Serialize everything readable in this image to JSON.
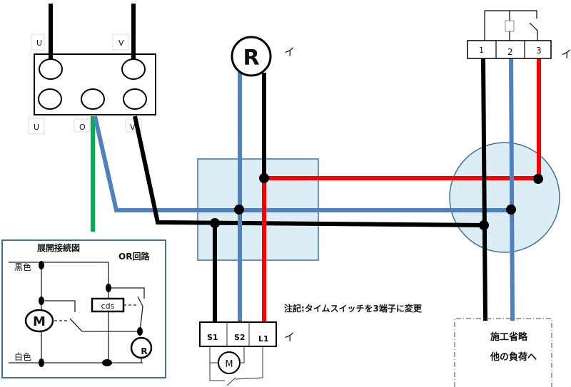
{
  "colors": {
    "black_wire": "#000000",
    "blue_wire": "#4f81bd",
    "red_wire": "#ff0000",
    "green_wire": "#00b050",
    "box_fill": "#dbeef5",
    "box_stroke": "#41719c",
    "legend_border": "#41719c"
  },
  "source_block": {
    "top_labels": [
      "U",
      "V"
    ],
    "bottom_labels": [
      "U",
      "O",
      "V"
    ]
  },
  "lamp": {
    "symbol": "R",
    "mark": "イ"
  },
  "time_switch_top": {
    "terminals": [
      "1",
      "2",
      "3"
    ],
    "mark": "イ"
  },
  "time_switch_bottom": {
    "terminals": [
      "S1",
      "S2",
      "L1"
    ],
    "mark": "イ",
    "motor_symbol": "M"
  },
  "note": "注記:タイムスイッチを3端子に変更",
  "omitted_box": {
    "line1": "施工省略",
    "line2": "他の負荷へ"
  },
  "legend": {
    "title": "展開接続図",
    "subtitle": "OR回路",
    "black_label": "黒色",
    "white_label": "白色",
    "motor_symbol": "M",
    "cds_label": "cds",
    "lamp_symbol": "R"
  }
}
